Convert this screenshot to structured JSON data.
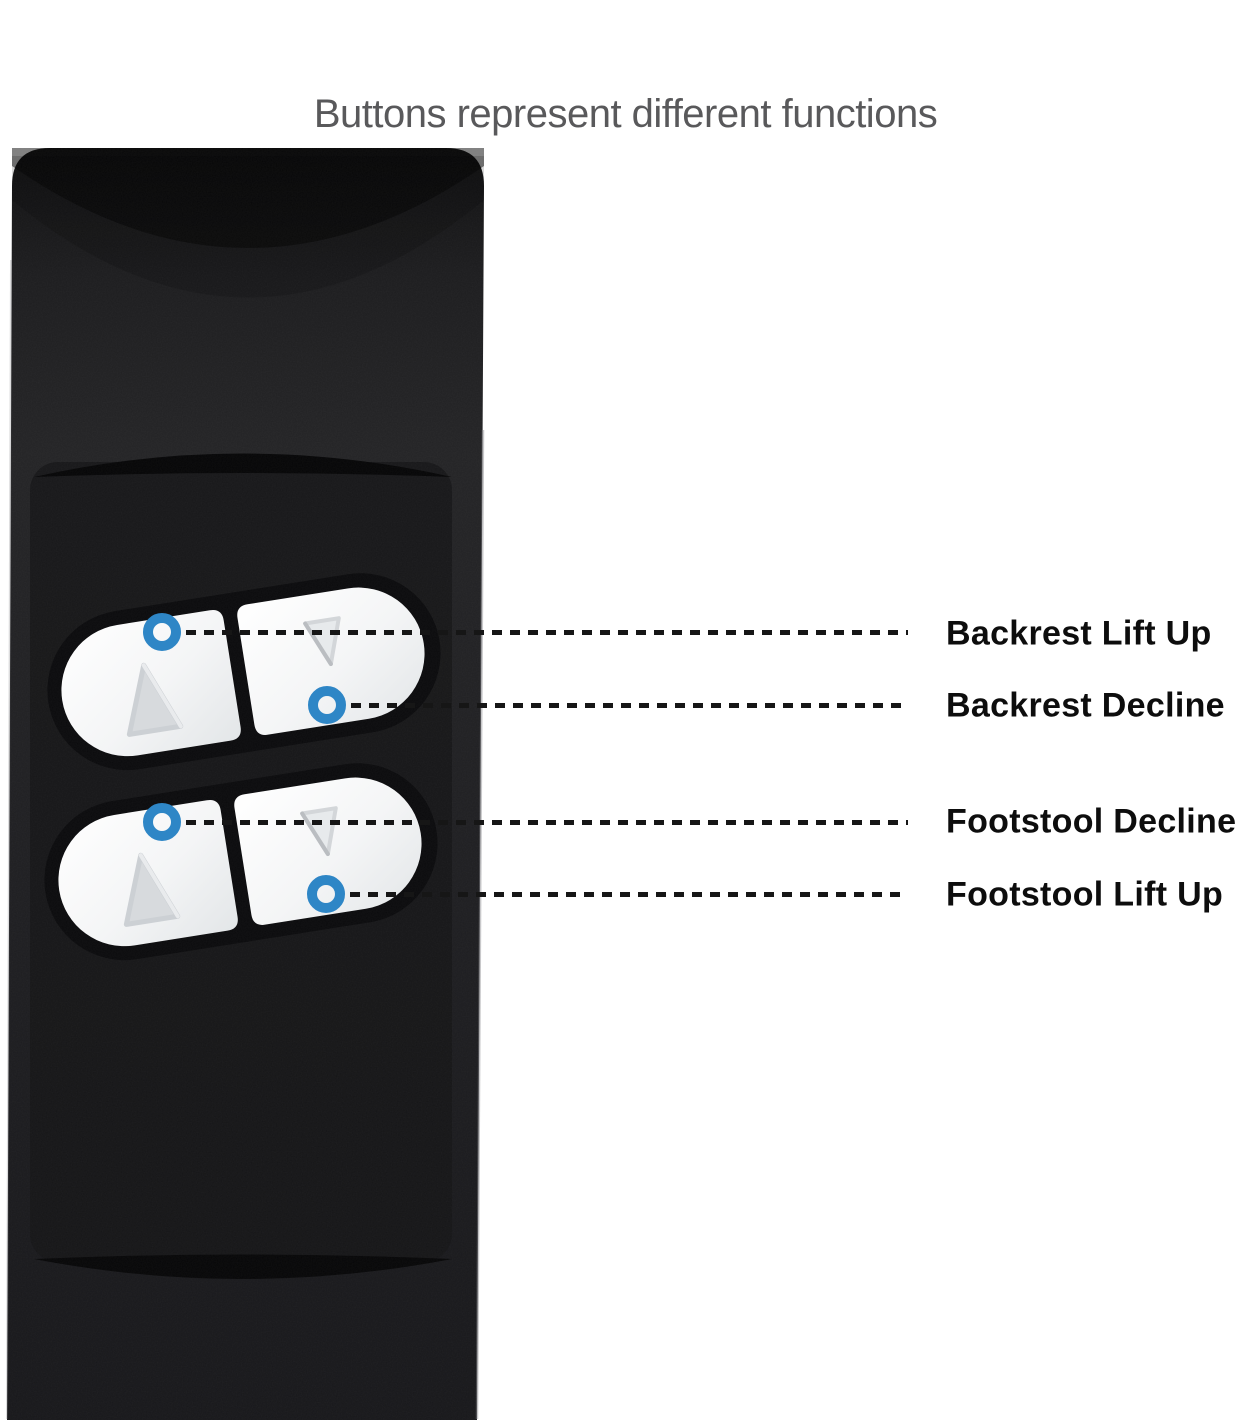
{
  "title": "Buttons represent different functions",
  "remote": {
    "description": "black handheld lift-chair remote control",
    "buttons": [
      {
        "function": "Backrest Lift Up",
        "icon": "up-triangle-icon"
      },
      {
        "function": "Backrest Decline",
        "icon": "down-triangle-icon"
      },
      {
        "function": "Footstool Decline",
        "icon": "up-triangle-icon"
      },
      {
        "function": "Footstool Lift Up",
        "icon": "down-triangle-icon"
      }
    ]
  },
  "callouts": [
    {
      "label": "Backrest Lift Up"
    },
    {
      "label": "Backrest Decline"
    },
    {
      "label": "Footstool Decline"
    },
    {
      "label": "Footstool Lift Up"
    }
  ],
  "colors": {
    "accent_blue": "#2e86c6",
    "label_text": "#0d0d0d",
    "title_text": "#59595b",
    "remote_body": "#1d1d1f",
    "button_face": "#f5f6f7"
  }
}
